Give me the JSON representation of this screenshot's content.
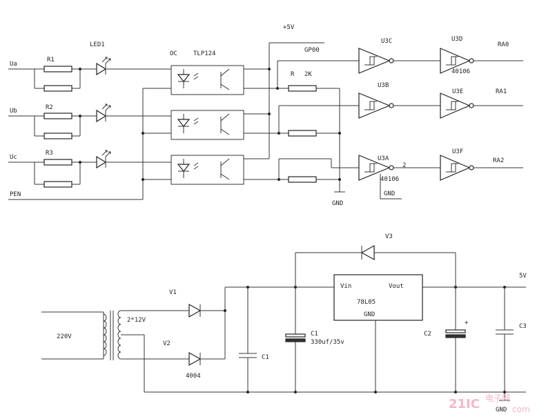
{
  "labels": {
    "ua": "Ua",
    "ub": "Ub",
    "uc": "Uc",
    "pen": "PEN",
    "r1": "R1",
    "r2": "R2",
    "r3": "R3",
    "led1": "LED1",
    "oc": "OC",
    "tlp": "TLP124",
    "plus5v": "+5V",
    "gp00": "GP00",
    "r": "R",
    "r2k": "2K",
    "gnd1": "GND",
    "u3c": "U3C",
    "u3d": "U3D",
    "u3b": "U3B",
    "u3e": "U3E",
    "u3a": "U3A",
    "u3f": "U3F",
    "ic1": "40106",
    "ic2": "40106",
    "pin2": "2",
    "gnd2": "GND",
    "ra0": "RA0",
    "ra1": "RA1",
    "ra2": "RA2",
    "v3": "V3",
    "v1": "V1",
    "v2": "V2",
    "d4004": "4004",
    "v220": "220V",
    "twelve": "2*12V",
    "c1a": "C1",
    "c1b": "C1",
    "c1val": "330uf/35v",
    "vin": "Vin",
    "vout": "Vout",
    "reg": "78L05",
    "reggnd": "GND",
    "c2": "C2",
    "plus": "+",
    "c3": "C3",
    "out5v": "5V",
    "gnd3": "GND"
  },
  "watermark": {
    "logo": "21IC",
    "site_cn": "电子网",
    "site_en": "com"
  },
  "colors": {
    "wire": "#333333",
    "watermark": "#f4b6c4"
  }
}
